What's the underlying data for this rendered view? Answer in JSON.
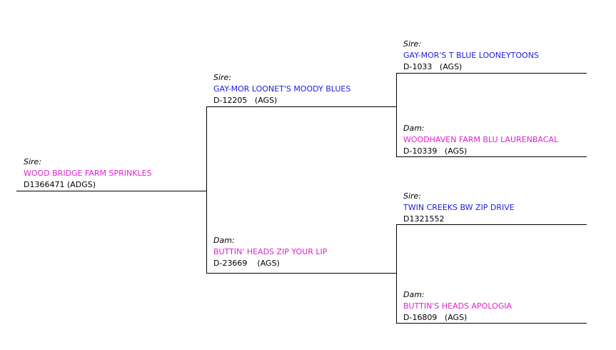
{
  "colors": {
    "sire_name": "#1c1ce0",
    "dam_name": "#e020d0",
    "lines": "#000000"
  },
  "subject": {
    "role": "Sire:",
    "name": "WOOD BRIDGE FARM SPRINKLES",
    "reg": "D1366471 (ADGS)"
  },
  "parents": {
    "sire": {
      "role": "Sire:",
      "name": "GAY-MOR LOONET'S MOODY BLUES",
      "reg": "D-12205   (AGS)"
    },
    "dam": {
      "role": "Dam:",
      "name": "BUTTIN' HEADS ZIP YOUR LIP",
      "reg": "D-23669    (AGS)"
    }
  },
  "grandparents": {
    "sire_sire": {
      "role": "Sire:",
      "name": "GAY-MOR'S T BLUE LOONEYTOONS",
      "reg": "D-1033   (AGS)"
    },
    "sire_dam": {
      "role": "Dam:",
      "name": "WOODHAVEN FARM BLU LAURENBACAL",
      "reg": "D-10339   (AGS)"
    },
    "dam_sire": {
      "role": "Sire:",
      "name": "TWIN CREEKS BW ZIP DRIVE",
      "reg": "D1321552"
    },
    "dam_dam": {
      "role": "Dam:",
      "name": "BUTTIN'S HEADS APOLOGIA",
      "reg": "D-16809   (AGS)"
    }
  }
}
